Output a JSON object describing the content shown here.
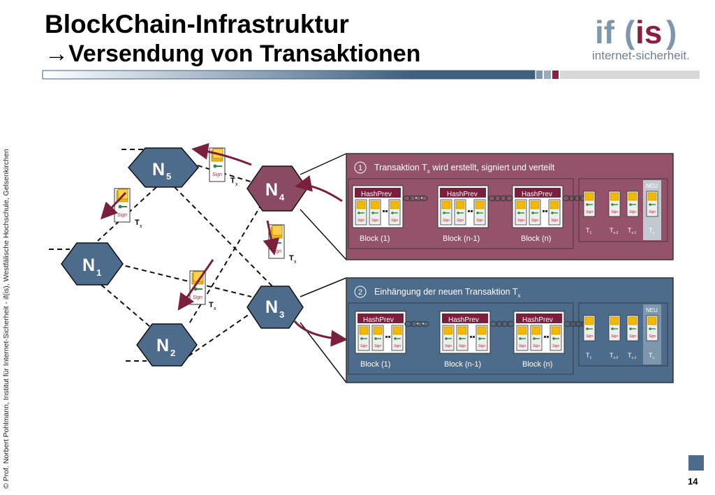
{
  "header": {
    "title": "BlockChain-Infrastruktur",
    "subtitle": "→Versendung von Transaktionen"
  },
  "logo": {
    "text": "if(is)",
    "caption": "internet-sicherheit."
  },
  "sidebar": {
    "copyright": "© Prof. Norbert Pohlmann, Institut für Internet-Sicherheit - if(is), Westfälische Hochschule, Gelsenkirchen"
  },
  "page": {
    "number": "14"
  },
  "colors": {
    "node": "#4d6b8a",
    "node_active": "#8b4a63",
    "panel_top": "#94526b",
    "panel_bottom": "#4d6b8a",
    "accent": "#7a1f3d"
  },
  "network": {
    "nodes": [
      {
        "id": "N5",
        "label": "N",
        "sub": "5"
      },
      {
        "id": "N4",
        "label": "N",
        "sub": "4"
      },
      {
        "id": "N1",
        "label": "N",
        "sub": "1"
      },
      {
        "id": "N3",
        "label": "N",
        "sub": "3"
      },
      {
        "id": "N2",
        "label": "N",
        "sub": "2"
      }
    ],
    "tx_label": "T",
    "tx_sub": "x",
    "sign_label": "Sign"
  },
  "panel1": {
    "step": "1",
    "text_before": "Transaktion T",
    "text_sub": "x",
    "text_after": " wird erstellt, signiert und verteilt",
    "blocks": [
      "Block (1)",
      "Block (n-1)",
      "Block (n)"
    ],
    "hashprev": "HashPrev",
    "ellipsis": "· ·",
    "neu": "NEU",
    "tx_labels": [
      {
        "t": "T",
        "s": "1"
      },
      {
        "t": "T",
        "s": "x-2"
      },
      {
        "t": "T",
        "s": "x-1"
      },
      {
        "t": "T",
        "s": "x"
      }
    ]
  },
  "panel2": {
    "step": "2",
    "text_before": "Einhängung der neuen Transaktion T",
    "text_sub": "x",
    "blocks": [
      "Block (1)",
      "Block (n-1)",
      "Block (n)"
    ],
    "hashprev": "HashPrev",
    "ellipsis": "· ·",
    "neu": "NEU",
    "tx_labels": [
      {
        "t": "T",
        "s": "1"
      },
      {
        "t": "T",
        "s": "x-2"
      },
      {
        "t": "T",
        "s": "x-1"
      },
      {
        "t": "T",
        "s": "x"
      }
    ]
  }
}
